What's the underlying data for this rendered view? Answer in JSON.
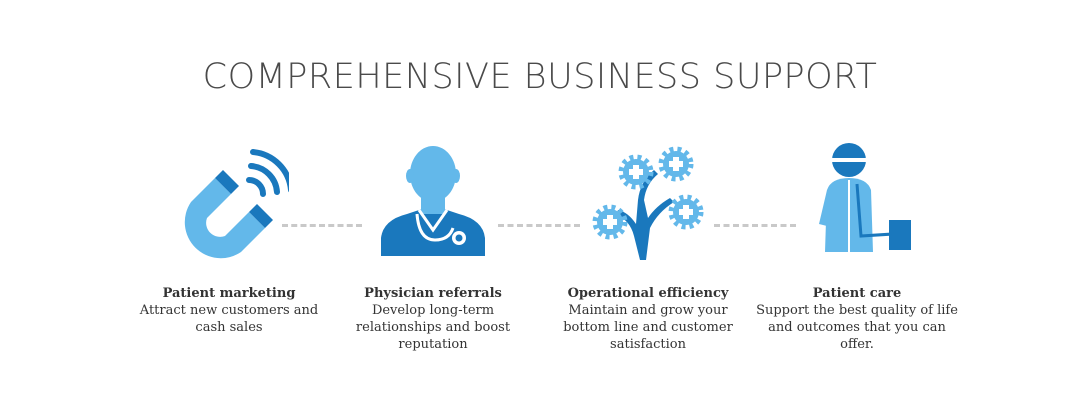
{
  "title": "COMPREHENSIVE BUSINESS SUPPORT",
  "colors": {
    "primary": "#1a78bd",
    "light": "#63b8ea",
    "connector": "#c9c9c9",
    "title": "#4a4a4a",
    "text": "#333333"
  },
  "features": [
    {
      "icon": "magnet-signal-icon",
      "heading": "Patient marketing",
      "description": "Attract new customers and cash sales"
    },
    {
      "icon": "physician-stethoscope-icon",
      "heading": "Physician referrals",
      "description": "Develop long-term relationships and boost reputation"
    },
    {
      "icon": "tree-gears-icon",
      "heading": "Operational efficiency",
      "description": "Maintain and grow your bottom line and customer satisfaction"
    },
    {
      "icon": "patient-care-icon",
      "heading": "Patient care",
      "description": "Support the best quality of life and outcomes that you can offer."
    }
  ]
}
